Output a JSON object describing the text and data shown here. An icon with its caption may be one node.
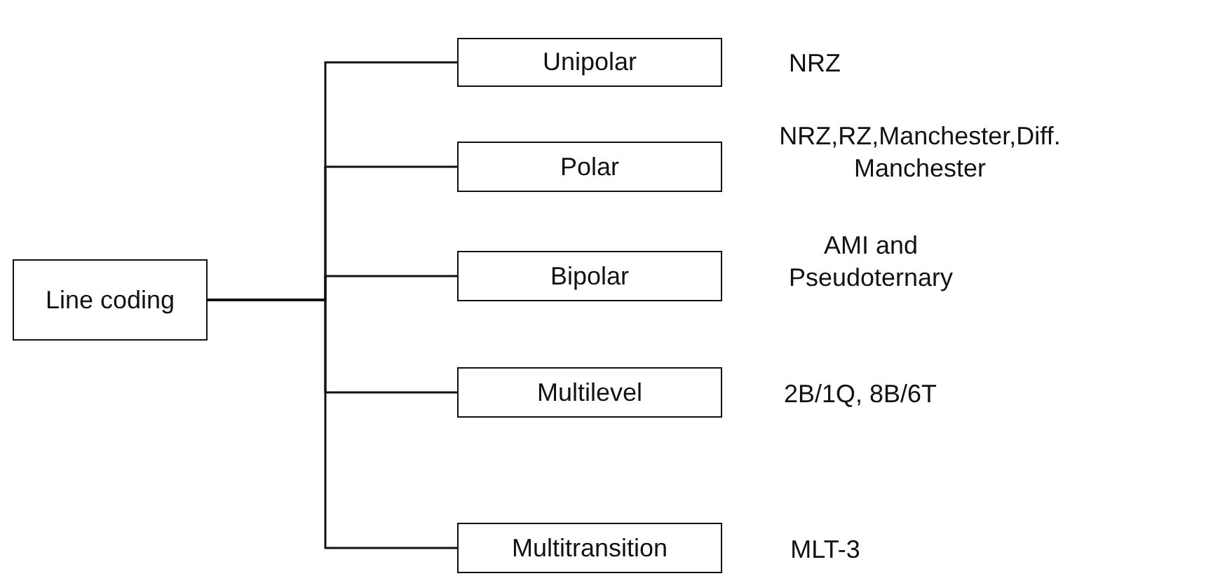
{
  "diagram": {
    "nodes": [
      {
        "text": [
          "Line coding"
        ]
      },
      {
        "text": [
          "Unipolar"
        ],
        "beside": [
          "NRZ"
        ]
      },
      {
        "text": [
          "Polar"
        ],
        "beside": [
          "NRZ,RZ,Manchester,Diff. Manchester"
        ]
      },
      {
        "text": [
          "Bipolar"
        ],
        "beside": [
          "AMI and Pseudoternary"
        ]
      },
      {
        "text": [
          "Multilevel"
        ],
        "beside": [
          "2B/1Q, 8B/6T"
        ]
      },
      {
        "text": [
          "Multitransition"
        ],
        "beside": [
          "MLT-3"
        ]
      }
    ],
    "edges": [
      {
        "from": 0,
        "to": 1,
        "arrow": "none"
      },
      {
        "from": 0,
        "to": 2,
        "arrow": "none"
      },
      {
        "from": 0,
        "to": 3,
        "arrow": "none"
      },
      {
        "from": 0,
        "to": 4,
        "arrow": "none"
      },
      {
        "from": 0,
        "to": 5,
        "arrow": "none"
      }
    ]
  }
}
